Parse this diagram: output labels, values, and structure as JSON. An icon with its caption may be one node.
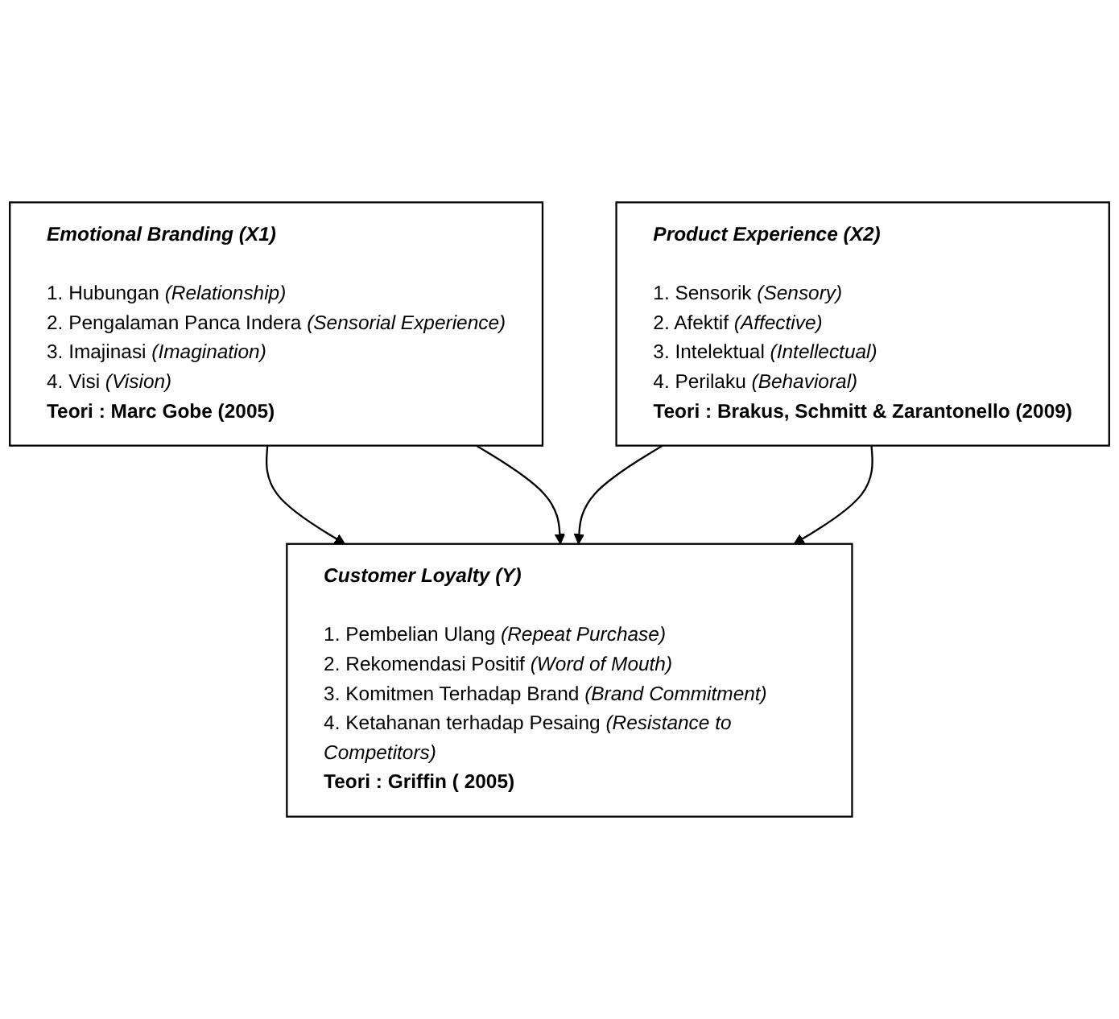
{
  "diagram": {
    "nodes": [
      {
        "text": [
          "Emotional Branding (X1)",
          "1. Hubungan *(Relationship)*",
          "2. Pengalaman Panca Indera *(Sensorial Experience)*",
          "3. Imajinasi *(Imagination)*",
          "4. Visi *(Vision)*",
          "**Teori : Marc Gobe (2005)**"
        ]
      },
      {
        "text": [
          "Product Experience (X2)",
          "1. Sensorik *(Sensory)*",
          "2. Afektif *(Affective)*",
          "3. Intelektual *(Intellectual)*",
          "4. Perilaku *(Behavioral)*",
          "**Teori : Brakus, Schmitt & Zarantonello (2009)**"
        ]
      },
      {
        "text": [
          "Customer Loyalty (Y)",
          "1. Pembelian Ulang *(Repeat Purchase)*",
          "2. Rekomendasi Positif *(Word of Mouth)*",
          "3. Komitmen Terhadap Brand *(Brand Commitment)*",
          "4. Ketahanan terhadap Pesaing *(Resistance to Competitors)*",
          "**Teori : Griffin ( 2005)**"
        ]
      }
    ],
    "edges": [
      {
        "from": 0,
        "to": 2,
        "arrow": "to"
      },
      {
        "from": 1,
        "to": 2,
        "arrow": "to"
      },
      {
        "from": 0,
        "to": 2,
        "arrow": "to"
      },
      {
        "from": 1,
        "to": 2,
        "arrow": "to"
      }
    ]
  }
}
